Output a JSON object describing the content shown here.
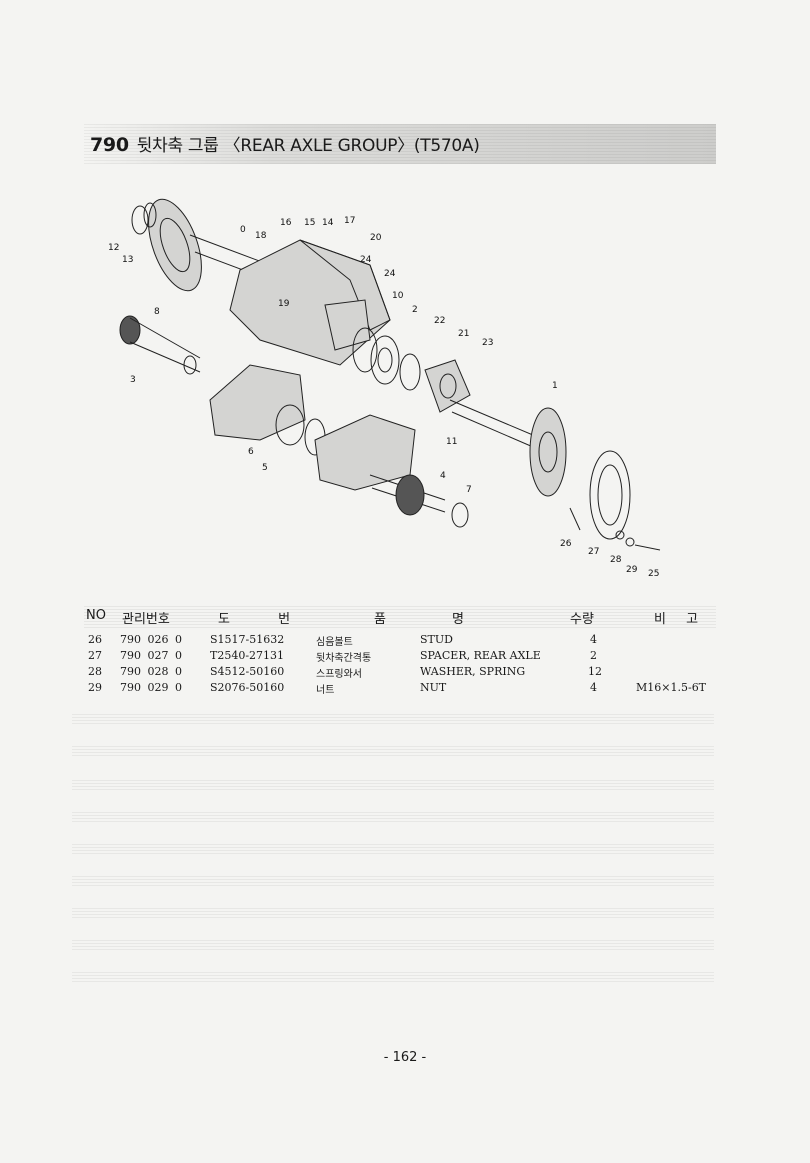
{
  "header": {
    "section_no": "790",
    "title": "뒷차축 그룹 〈REAR AXLE GROUP〉(T570A)"
  },
  "diagram": {
    "callouts": [
      "12",
      "13",
      "8",
      "0",
      "18",
      "16",
      "15",
      "14",
      "17",
      "20",
      "24",
      "24",
      "19",
      "10",
      "2",
      "22",
      "21",
      "23",
      "1",
      "3",
      "6",
      "5",
      "11",
      "4",
      "7",
      "26",
      "27",
      "28",
      "29",
      "25"
    ]
  },
  "table": {
    "columns": {
      "no": "NO",
      "mgmt": "관리번호",
      "drawing": "도 번",
      "name_kr": "품",
      "name_en": "명",
      "qty": "수량",
      "remark": "비 고"
    },
    "rows": [
      {
        "no": "26",
        "mgmt": "790 026 0",
        "drawing": "S1517-51632",
        "name_kr": "심음볼트",
        "name_en": "STUD",
        "qty": "4",
        "remark": ""
      },
      {
        "no": "27",
        "mgmt": "790 027 0",
        "drawing": "T2540-27131",
        "name_kr": "뒷차축간격통",
        "name_en": "SPACER, REAR AXLE",
        "qty": "2",
        "remark": ""
      },
      {
        "no": "28",
        "mgmt": "790 028 0",
        "drawing": "S4512-50160",
        "name_kr": "스프링와서",
        "name_en": "WASHER, SPRING",
        "qty": "12",
        "remark": ""
      },
      {
        "no": "29",
        "mgmt": "790 029 0",
        "drawing": "S2076-50160",
        "name_kr": "너트",
        "name_en": "NUT",
        "qty": "4",
        "remark": "M16×1.5-6T"
      }
    ]
  },
  "footer": {
    "page": "- 162 -"
  }
}
